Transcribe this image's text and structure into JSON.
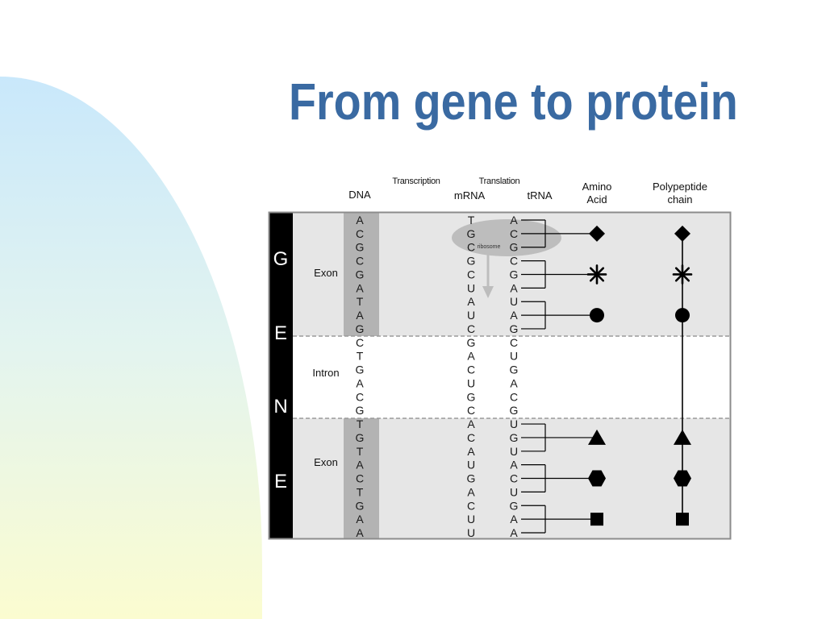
{
  "slide": {
    "title": "From gene to protein"
  },
  "diagram": {
    "headers": {
      "dna": "DNA",
      "transcription": "Transcription",
      "translation": "Translation",
      "mrna": "mRNA",
      "trna": "tRNA",
      "amino_acid_line1": "Amino",
      "amino_acid_line2": "Acid",
      "polypeptide_line1": "Polypeptide",
      "polypeptide_line2": "chain"
    },
    "gene_letters": [
      "G",
      "E",
      "N",
      "E"
    ],
    "region_labels": [
      "Exon",
      "Intron",
      "Exon"
    ],
    "ribosome_label": "ribosome",
    "dna": [
      "A",
      "C",
      "G",
      "C",
      "G",
      "A",
      "T",
      "A",
      "G",
      "C",
      "T",
      "G",
      "A",
      "C",
      "G",
      "T",
      "G",
      "T",
      "A",
      "C",
      "T",
      "G",
      "A",
      "A"
    ],
    "mrna": [
      "T",
      "G",
      "C",
      "G",
      "C",
      "U",
      "A",
      "U",
      "C",
      "G",
      "A",
      "C",
      "U",
      "G",
      "C",
      "A",
      "C",
      "A",
      "U",
      "G",
      "A",
      "C",
      "U",
      "U"
    ],
    "trna": [
      "A",
      "C",
      "G",
      "C",
      "G",
      "A",
      "U",
      "A",
      "G",
      "C",
      "U",
      "G",
      "A",
      "C",
      "G",
      "U",
      "G",
      "U",
      "A",
      "C",
      "U",
      "G",
      "A",
      "A"
    ],
    "amino_acids": [
      "diamond",
      "asterisk",
      "circle",
      "triangle",
      "hexagon",
      "square"
    ]
  },
  "colors": {
    "title": "#3a6aa2",
    "gene_bar": "#000000",
    "exon_background": "#e6e6e6",
    "dna_exon_highlight": "#b3b3b3",
    "intron_background": "#ffffff",
    "ribosome": "#b5b5b5",
    "decoration_top": "#c9e8fb",
    "decoration_bottom": "#fbfcd0"
  }
}
